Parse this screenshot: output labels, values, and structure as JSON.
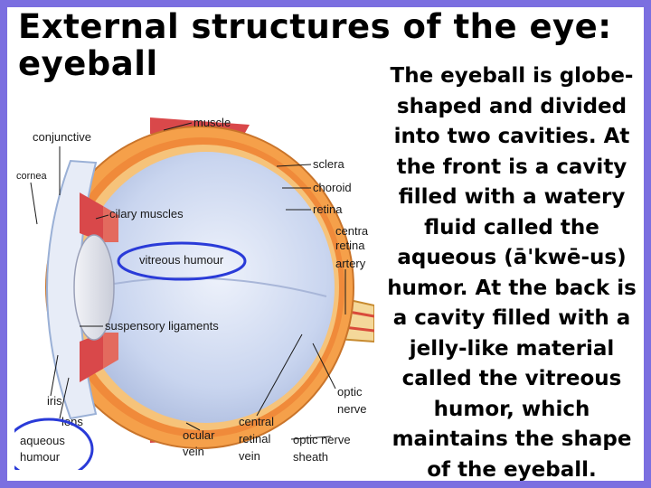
{
  "title": {
    "line1": "External structures of the eye:",
    "line2": "eyeball"
  },
  "description": "The eyeball is globe-shaped and divided into two cavities. At the front is a cavity filled with a watery fluid called the aqueous (ā'kwē-us) humor. At the back is a cavity filled with a jelly-like material called the vitreous humor, which maintains the shape of the eyeball.",
  "diagram": {
    "labels": {
      "muscle": "muscle",
      "conjunctive": "conjunctive",
      "cornea": "cornea",
      "sclera": "sclera",
      "choroid": "choroid",
      "retina": "retina",
      "cilary_muscles": "cilary muscles",
      "central_retina_artery_1": "centra",
      "central_retina_artery_2": "retina",
      "central_retina_artery_3": "artery",
      "vitreous_humour": "vitreous humour",
      "suspensory_ligaments": "suspensory ligaments",
      "optic_nerve_1": "optic",
      "optic_nerve_2": "nerve",
      "iris": "iris",
      "lens": "lens",
      "aqueous_humour_1": "aqueous",
      "aqueous_humour_2": "humour",
      "ocular_vein_1": "ocular",
      "ocular_vein_2": "vein",
      "central_retinal_vein_1": "central",
      "central_retinal_vein_2": "retinal",
      "central_retinal_vein_3": "vein",
      "optic_nerve_sheath_1": "optic nerve",
      "optic_nerve_sheath_2": "sheath"
    },
    "highlight_color": "#2a3bd8"
  },
  "colors": {
    "border": "#7b6fe0",
    "sclera": "#f5a04a",
    "vitreous": "#c8d4f0",
    "highlight": "#2a3bd8"
  }
}
